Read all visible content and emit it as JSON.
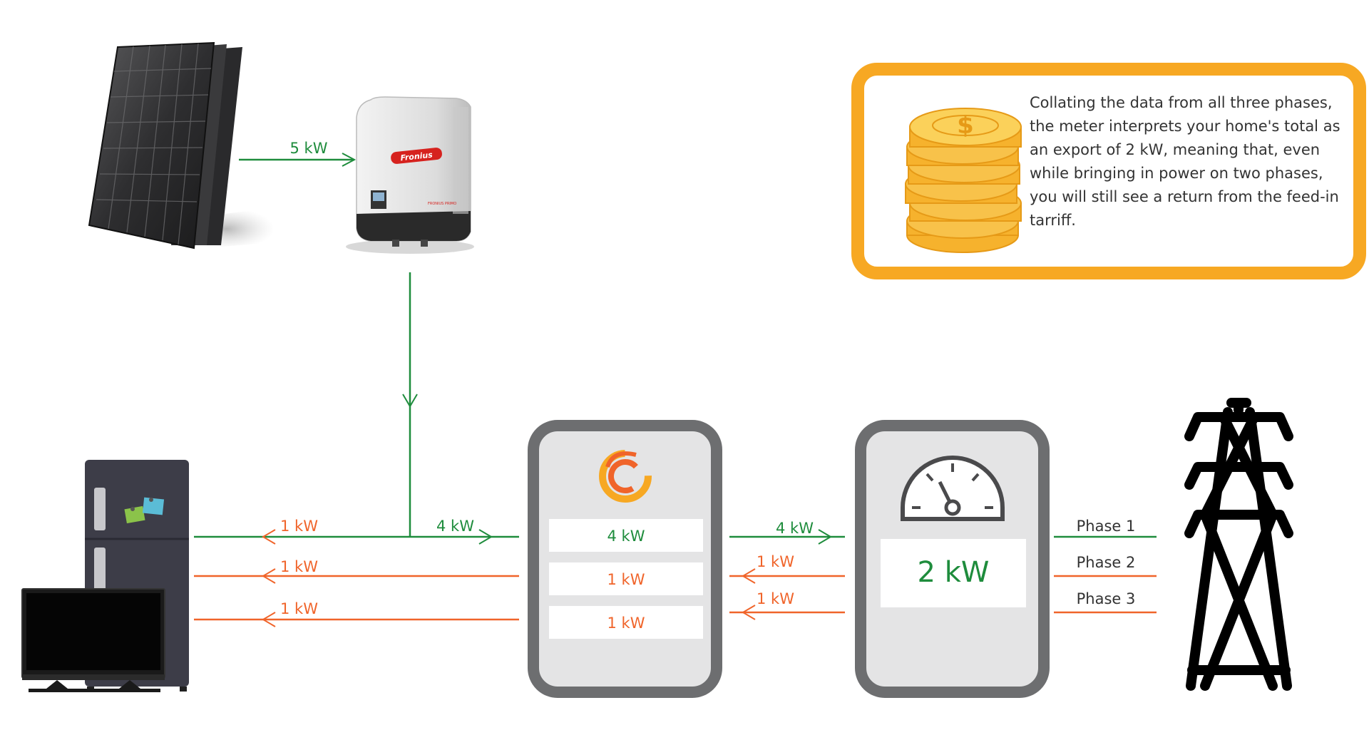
{
  "flows": {
    "panel_to_inverter": "5 kW",
    "home_phase1": "1 kW",
    "home_phase2": "1 kW",
    "home_phase3": "1 kW",
    "inverter_to_monitor": "4 kW",
    "monitor_to_meter_phase1": "4 kW",
    "monitor_to_meter_phase2": "1 kW",
    "monitor_to_meter_phase3": "1 kW"
  },
  "monitor": {
    "rows": [
      "4 kW",
      "1 kW",
      "1 kW"
    ],
    "row_colors": [
      "#1e8c3c",
      "#f0642a",
      "#f0642a"
    ]
  },
  "meter": {
    "reading": "2 kW"
  },
  "grid": {
    "phases": [
      "Phase 1",
      "Phase 2",
      "Phase 3"
    ]
  },
  "inverter": {
    "brand": "Fronius",
    "model": "FRONIUS PRIMO"
  },
  "info": {
    "text": "Collating the data from all three phases, the meter interprets your home's total as an export of 2 kW, meaning that, even while bringing in power on two phases, you will still see a return from the feed-in tarriff."
  },
  "colors": {
    "green": "#1e8c3c",
    "orange": "#f0642a",
    "gold": "#f7a823",
    "box_border": "#6d6e70",
    "box_fill": "#e4e4e5"
  },
  "icons": [
    "solar-panel-icon",
    "inverter-icon",
    "fridge-icon",
    "tv-icon",
    "monitor-logo-icon",
    "gauge-icon",
    "pylon-icon",
    "coin-stack-icon"
  ]
}
